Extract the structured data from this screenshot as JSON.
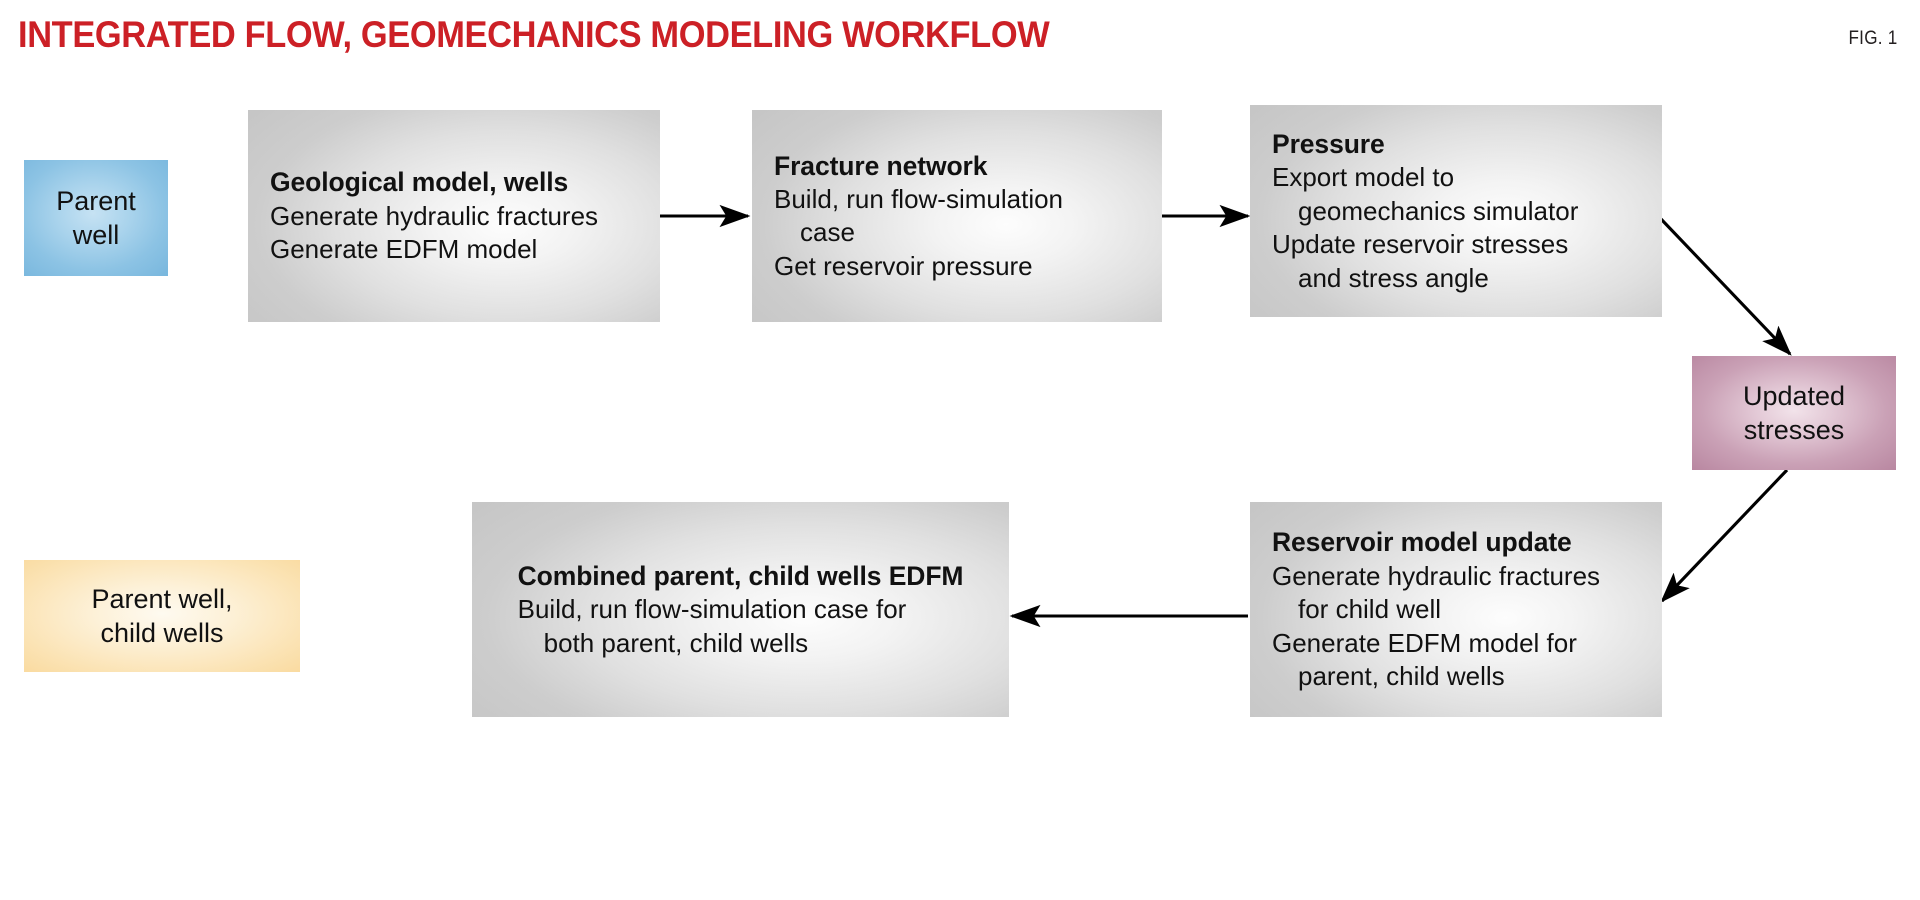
{
  "header": {
    "title": "INTEGRATED FLOW, GEOMECHANICS MODELING WORKFLOW",
    "figure_label": "FIG. 1",
    "title_color": "#cc2026",
    "figure_label_color": "#231f20"
  },
  "colors": {
    "parent_well_box": "#8cc3e4",
    "parent_child_box": "#fbe3b4",
    "process_box": "#d2d2d2",
    "updated_stresses_box": "#c49ab0",
    "arrow": "#000000",
    "page_background": "#ffffff"
  },
  "nodes": {
    "parent_well": {
      "label": "Parent\nwell",
      "type": "input-label"
    },
    "parent_child_wells": {
      "label": "Parent well,\nchild wells",
      "type": "input-label"
    },
    "geological_model": {
      "heading": "Geological model, wells",
      "lines": [
        "Generate hydraulic fractures",
        "Generate EDFM model"
      ],
      "indents": [
        false,
        false
      ]
    },
    "fracture_network": {
      "heading": "Fracture network",
      "lines": [
        "Build, run flow-simulation",
        "case",
        "Get reservoir pressure"
      ],
      "indents": [
        false,
        true,
        false
      ]
    },
    "pressure": {
      "heading": "Pressure",
      "lines": [
        "Export model to",
        "geomechanics simulator",
        "Update reservoir stresses",
        "and stress angle"
      ],
      "indents": [
        false,
        true,
        false,
        true
      ]
    },
    "updated_stresses": {
      "label": "Updated\nstresses",
      "type": "state"
    },
    "reservoir_model_update": {
      "heading": "Reservoir model update",
      "lines": [
        "Generate hydraulic fractures",
        "for child well",
        "Generate EDFM model for",
        "parent, child wells"
      ],
      "indents": [
        false,
        true,
        false,
        true
      ]
    },
    "combined_edfm": {
      "heading": "Combined parent, child wells EDFM",
      "lines": [
        "Build, run flow-simulation case for",
        "both parent, child wells"
      ],
      "indents": [
        false,
        true
      ]
    }
  },
  "connectors": [
    {
      "name": "geological-to-fracture",
      "from": "geological_model",
      "to": "fracture_network",
      "direction": "right"
    },
    {
      "name": "fracture-to-pressure",
      "from": "fracture_network",
      "to": "pressure",
      "direction": "right"
    },
    {
      "name": "pressure-to-updated-stresses",
      "from": "pressure",
      "to": "updated_stresses",
      "direction": "down-right"
    },
    {
      "name": "updated-stresses-to-reservoir-update",
      "from": "updated_stresses",
      "to": "reservoir_model_update",
      "direction": "down-left"
    },
    {
      "name": "reservoir-update-to-combined",
      "from": "reservoir_model_update",
      "to": "combined_edfm",
      "direction": "left"
    }
  ]
}
